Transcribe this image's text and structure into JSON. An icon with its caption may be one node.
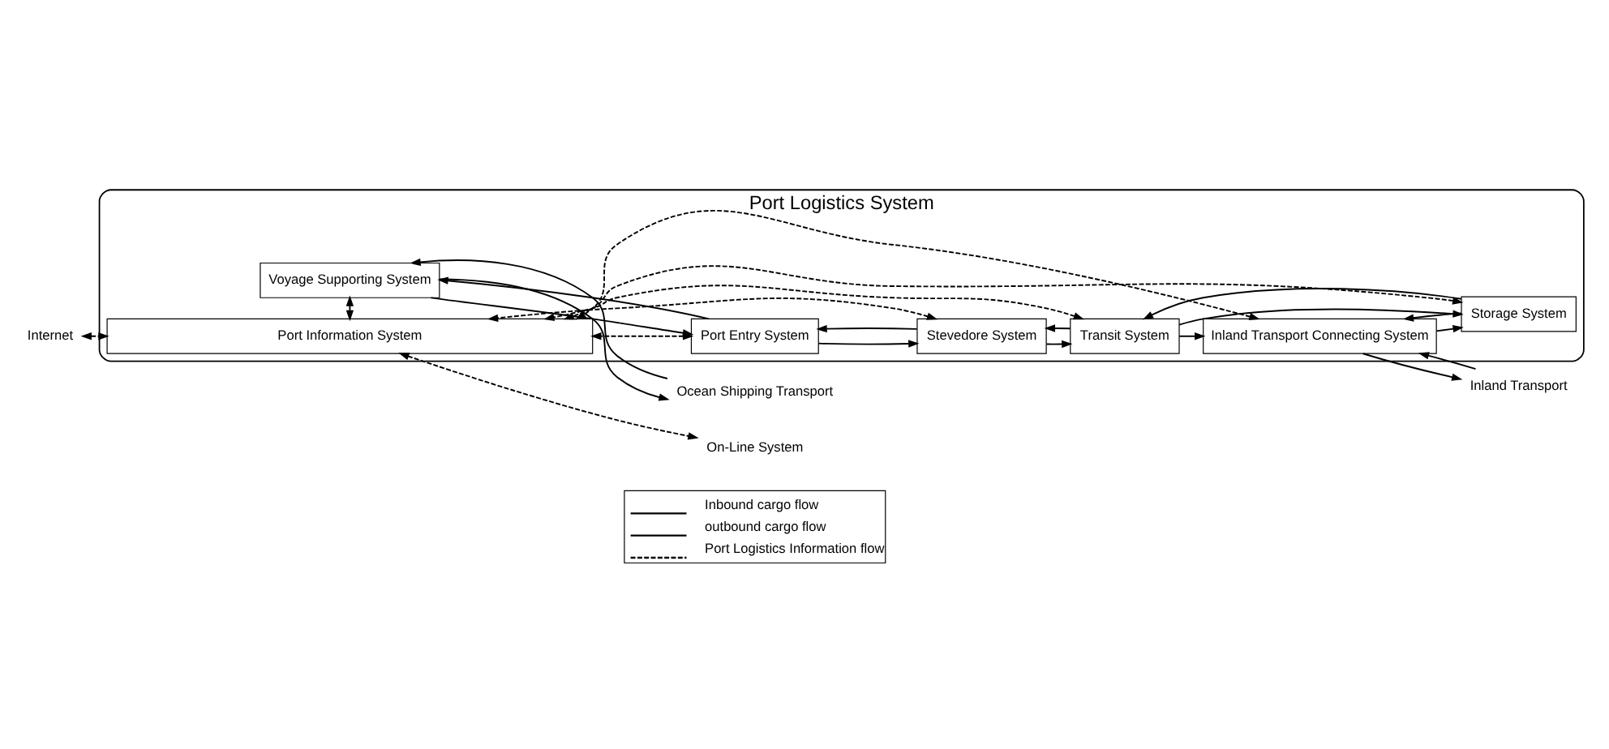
{
  "diagram": {
    "nodes": [
      {
        "text": [
          "Port Logistics System"
        ]
      },
      {
        "text": [
          "Ocean Shipping Transport"
        ]
      },
      {
        "text": [
          "Voyage Supporting System"
        ],
        "in": 0
      },
      {
        "text": [
          "Port Entry System"
        ],
        "in": 0
      },
      {
        "text": [
          "Stevedore System"
        ],
        "in": 0
      },
      {
        "text": [
          "Transit System"
        ],
        "in": 0
      },
      {
        "text": [
          "Storage System"
        ],
        "in": 0
      },
      {
        "text": [
          "Inland Transport Connecting System"
        ],
        "in": 0
      },
      {
        "text": [
          "Inland Transport"
        ]
      },
      {
        "text": [
          "Internet"
        ]
      },
      {
        "text": [
          "Port Information System"
        ],
        "in": 0
      },
      {
        "text": [
          "On-Line System"
        ]
      }
    ],
    "edges": [
      {
        "from": 1,
        "to": 2,
        "arrow": "to"
      },
      {
        "from": 2,
        "to": 1,
        "arrow": "to"
      },
      {
        "from": 2,
        "to": 3,
        "arrow": "to"
      },
      {
        "from": 3,
        "to": 2,
        "arrow": "to"
      },
      {
        "from": 3,
        "to": 4,
        "arrow": "to"
      },
      {
        "from": 4,
        "to": 3,
        "arrow": "to"
      },
      {
        "from": 4,
        "to": 5,
        "arrow": "to"
      },
      {
        "from": 5,
        "to": 4,
        "arrow": "to"
      },
      {
        "from": 5,
        "to": 7,
        "arrow": "to"
      },
      {
        "from": 5,
        "to": 6,
        "arrow": "to"
      },
      {
        "from": 6,
        "to": 5,
        "arrow": "to"
      },
      {
        "from": 6,
        "to": 7,
        "arrow": "to"
      },
      {
        "from": 7,
        "to": 6,
        "arrow": "to"
      },
      {
        "from": 7,
        "to": 8,
        "arrow": "to"
      },
      {
        "from": 8,
        "to": 7,
        "arrow": "to"
      },
      {
        "from": 9,
        "to": 10,
        "arrow": "both",
        "style": "dashed"
      },
      {
        "from": 10,
        "to": 11,
        "arrow": "both",
        "style": "dashed"
      },
      {
        "from": 2,
        "to": 10,
        "arrow": "both",
        "style": "dashed"
      },
      {
        "from": 3,
        "to": 10,
        "arrow": "both",
        "style": "dashed"
      },
      {
        "from": 4,
        "to": 10,
        "arrow": "both",
        "style": "dashed"
      },
      {
        "from": 5,
        "to": 10,
        "arrow": "both",
        "style": "dashed"
      },
      {
        "from": 6,
        "to": 10,
        "arrow": "both",
        "style": "dashed"
      },
      {
        "from": 7,
        "to": 10,
        "arrow": "both",
        "style": "dashed"
      }
    ],
    "legend": [
      {
        "text": "Inbound cargo flow"
      },
      {
        "text": "outbound cargo flow"
      },
      {
        "text": "Port Logistics Information flow"
      }
    ]
  }
}
